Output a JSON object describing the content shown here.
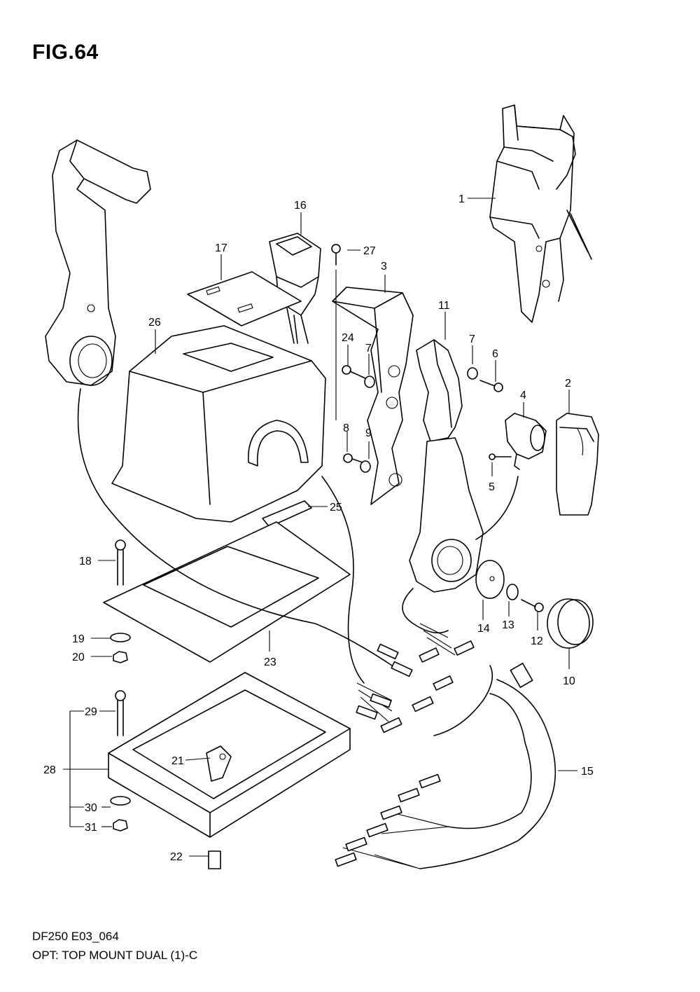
{
  "figure": {
    "title": "FIG.64",
    "code": "DF250 E03_064",
    "description": "OPT: TOP MOUNT DUAL (1)-C"
  },
  "callouts": [
    "1",
    "2",
    "3",
    "4",
    "5",
    "6",
    "7",
    "7",
    "8",
    "9",
    "10",
    "11",
    "12",
    "13",
    "14",
    "15",
    "16",
    "17",
    "18",
    "19",
    "20",
    "21",
    "22",
    "23",
    "24",
    "25",
    "26",
    "27",
    "28",
    "29",
    "30",
    "31"
  ]
}
